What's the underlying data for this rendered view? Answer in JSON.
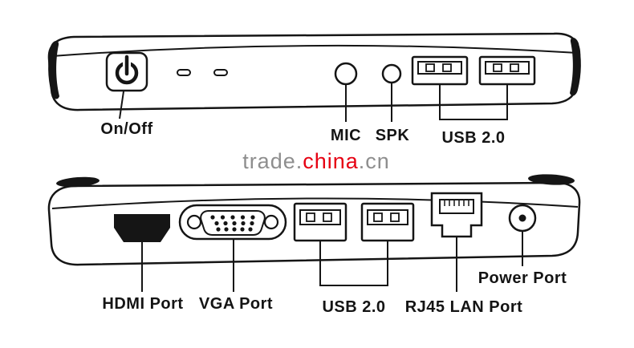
{
  "diagram": {
    "watermark": {
      "part1": "trade.",
      "part2": "china",
      "part3": ".cn"
    },
    "top_panel": {
      "labels": {
        "power": "On/Off",
        "mic": "MIC",
        "spk": "SPK",
        "usb": "USB 2.0"
      },
      "ports": [
        "power-button",
        "slot",
        "slot",
        "mic-jack",
        "spk-jack",
        "usb-2.0-port",
        "usb-2.0-port"
      ]
    },
    "bottom_panel": {
      "labels": {
        "hdmi": "HDMI Port",
        "vga": "VGA Port",
        "usb": "USB 2.0",
        "rj45": "RJ45 LAN Port",
        "power": "Power Port"
      },
      "ports": [
        "hdmi-port",
        "vga-port",
        "usb-2.0-port",
        "usb-2.0-port",
        "rj45-port",
        "dc-power-jack"
      ]
    },
    "colors": {
      "line": "#151515",
      "watermark_gray": "#8e8e8e",
      "watermark_red": "#e60012"
    }
  }
}
